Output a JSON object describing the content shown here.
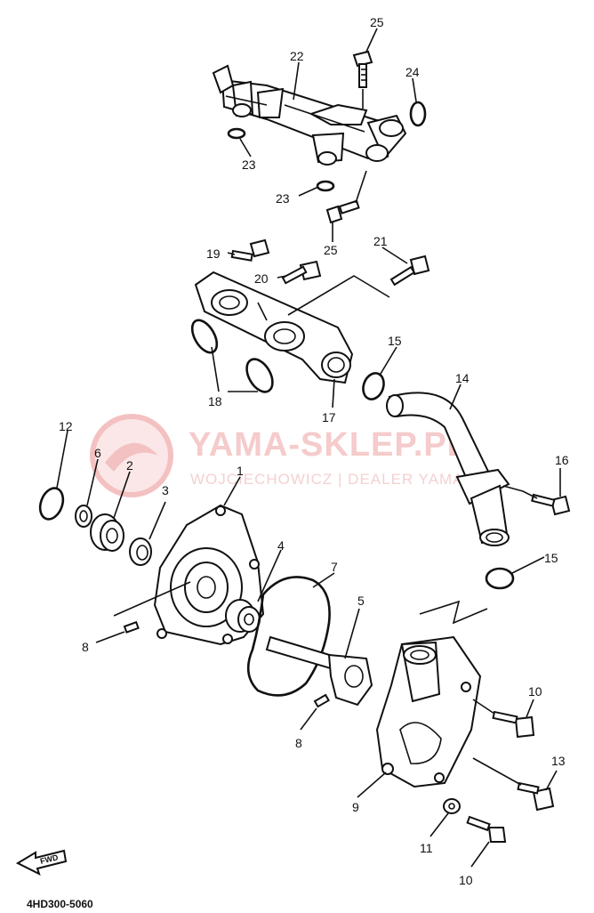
{
  "diagram": {
    "callouts": [
      {
        "id": "c25a",
        "text": "25"
      },
      {
        "id": "c22",
        "text": "22"
      },
      {
        "id": "c24",
        "text": "24"
      },
      {
        "id": "c23a",
        "text": "23"
      },
      {
        "id": "c23b",
        "text": "23"
      },
      {
        "id": "c25b",
        "text": "25"
      },
      {
        "id": "c19",
        "text": "19"
      },
      {
        "id": "c21",
        "text": "21"
      },
      {
        "id": "c20",
        "text": "20"
      },
      {
        "id": "c15a",
        "text": "15"
      },
      {
        "id": "c14",
        "text": "14"
      },
      {
        "id": "c18",
        "text": "18"
      },
      {
        "id": "c17",
        "text": "17"
      },
      {
        "id": "c12",
        "text": "12"
      },
      {
        "id": "c6",
        "text": "6"
      },
      {
        "id": "c2",
        "text": "2"
      },
      {
        "id": "c1",
        "text": "1"
      },
      {
        "id": "c3",
        "text": "3"
      },
      {
        "id": "c16",
        "text": "16"
      },
      {
        "id": "c15b",
        "text": "15"
      },
      {
        "id": "c4",
        "text": "4"
      },
      {
        "id": "c7",
        "text": "7"
      },
      {
        "id": "c5",
        "text": "5"
      },
      {
        "id": "c8a",
        "text": "8"
      },
      {
        "id": "c8b",
        "text": "8"
      },
      {
        "id": "c10a",
        "text": "10"
      },
      {
        "id": "c9",
        "text": "9"
      },
      {
        "id": "c13",
        "text": "13"
      },
      {
        "id": "c11",
        "text": "11"
      },
      {
        "id": "c10b",
        "text": "10"
      }
    ],
    "watermark": {
      "main": "YAMA-SKLEP.PL",
      "sub": "WOJCIECHOWICZ | DEALER YAMAHA"
    },
    "fwd_label": "FWD",
    "drawing_code": "4HD300-5060"
  }
}
